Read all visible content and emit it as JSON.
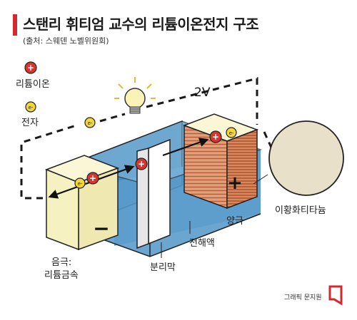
{
  "title": "스탠리 휘티엄 교수의 리튬이온전지 구조",
  "subtitle": "(출처: 스웨덴 노벨위원회)",
  "legend": {
    "ion_symbol": "+",
    "ion_label": "리튬이온",
    "electron_symbol": "e-",
    "electron_label": "전자"
  },
  "voltage": "2V",
  "negative_sign": "−",
  "positive_sign": "+",
  "labels": {
    "anode_line1": "음극:",
    "anode_line2": "리튬금속",
    "separator": "분리막",
    "electrolyte": "전해액",
    "cathode": "양극",
    "cathode_material": "이황화티타늄"
  },
  "footer": "그래픽 문지원",
  "colors": {
    "title_accent": "#d6282c",
    "electrolyte": "#4f93c4",
    "anode": "#f6f1c1",
    "cathode": "#d9894f",
    "ion": "#d9352f",
    "electron": "#f1d73c"
  }
}
